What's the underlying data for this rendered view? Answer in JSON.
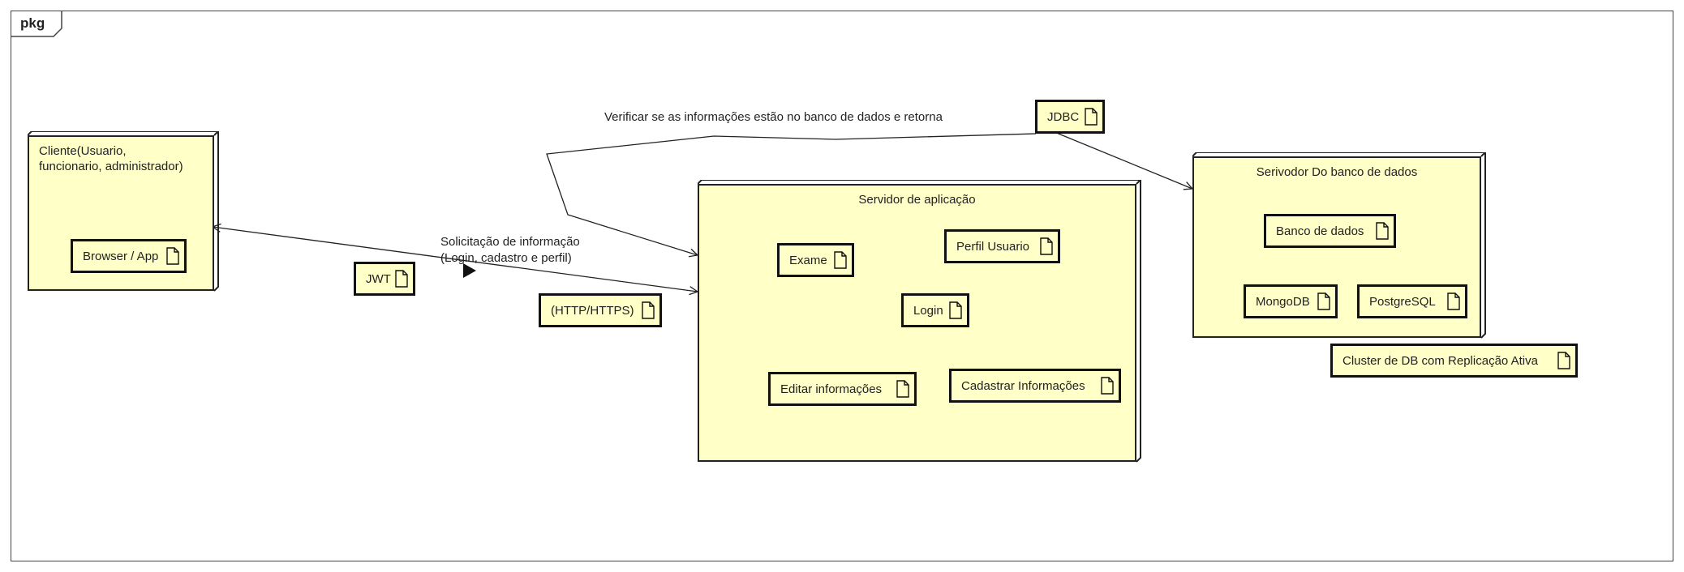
{
  "frame": {
    "label": "pkg"
  },
  "nodes": {
    "cliente": {
      "title_line1": "Cliente(Usuario,",
      "title_line2": "funcionario, administrador)"
    },
    "servidor_app": {
      "title": "Servidor de aplicação"
    },
    "servidor_db": {
      "title": "Serivodor Do banco de dados"
    }
  },
  "artifacts": {
    "browser": "Browser / App",
    "jwt": "JWT",
    "http": "(HTTP/HTTPS)",
    "jdbc": "JDBC",
    "exame": "Exame",
    "perfil": "Perfil Usuario",
    "login": "Login",
    "editar": "Editar informações",
    "cadastrar": "Cadastrar Informações",
    "banco": "Banco de dados",
    "mongodb": "MongoDB",
    "postgresql": "PostgreSQL",
    "cluster": "Cluster de DB com Replicação Ativa"
  },
  "connections": {
    "request_line1": "Solicitação de informação",
    "request_line2": "(Login, cadastro e perfil)",
    "verify": "Verificar se as informações estão no banco de dados e retorna"
  },
  "colors": {
    "node_fill": "#ffffc8",
    "stroke": "#222222"
  }
}
